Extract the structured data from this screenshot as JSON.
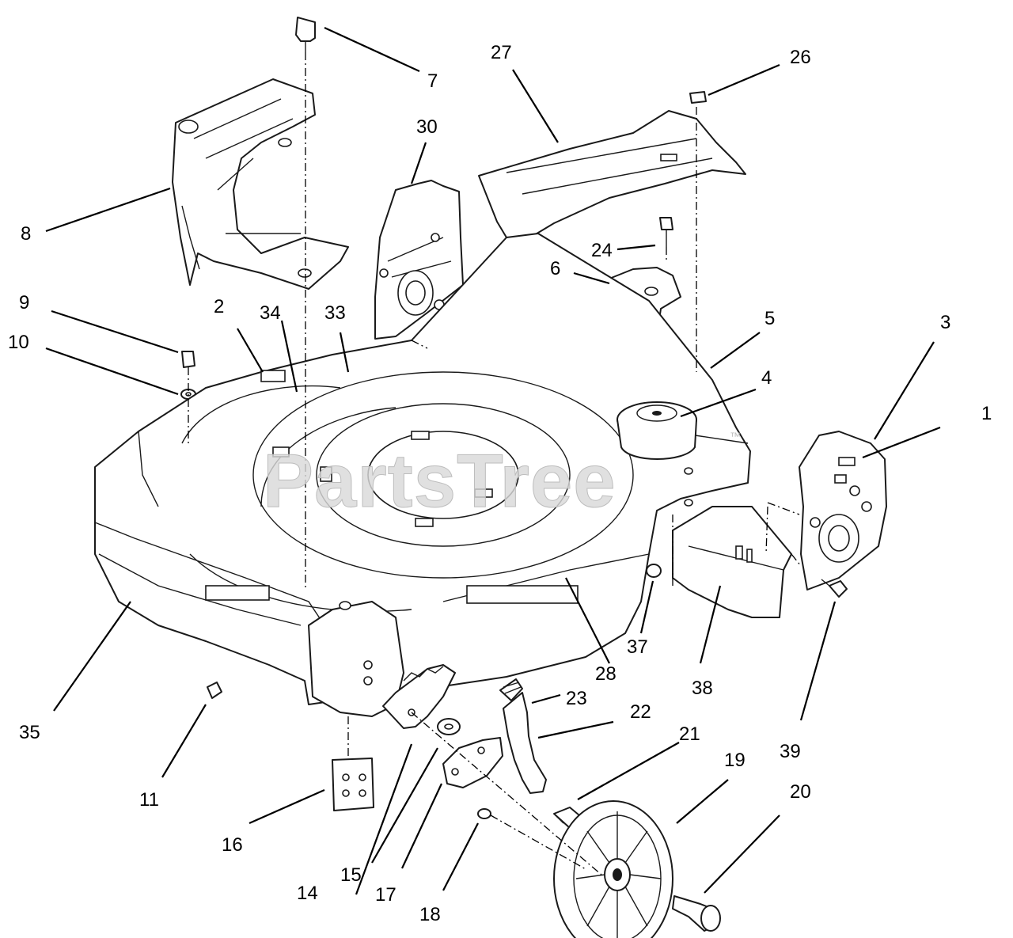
{
  "watermark": {
    "text": "PartsTree",
    "trademark": "™"
  },
  "callouts": [
    "1",
    "2",
    "3",
    "4",
    "5",
    "6",
    "7",
    "8",
    "9",
    "10",
    "11",
    "14",
    "15",
    "16",
    "17",
    "18",
    "19",
    "20",
    "21",
    "22",
    "23",
    "24",
    "26",
    "27",
    "28",
    "30",
    "33",
    "34",
    "35",
    "37",
    "38",
    "39"
  ],
  "colors": {
    "line": "#1a1a1a",
    "background": "#ffffff",
    "watermark": "#d9d9d9"
  }
}
